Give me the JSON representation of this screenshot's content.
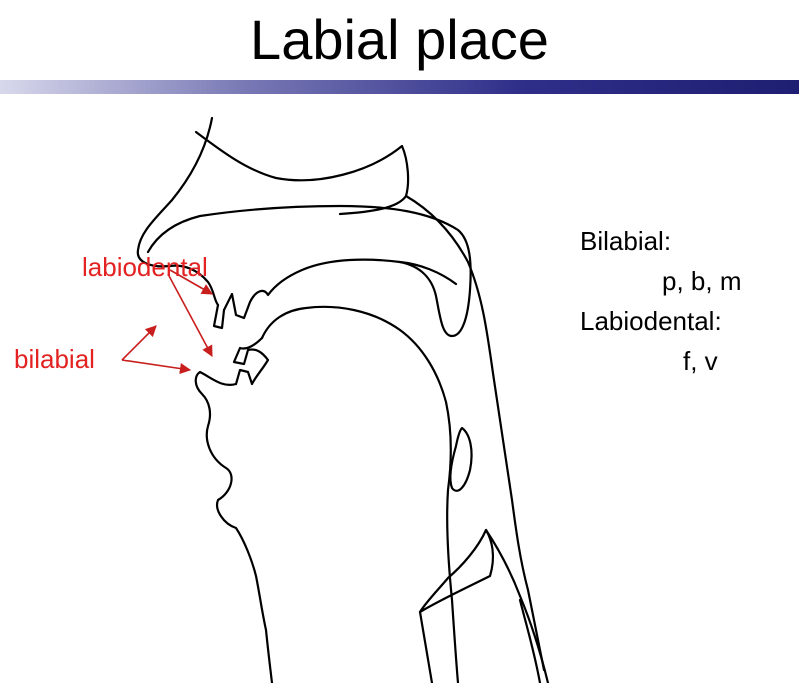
{
  "title": "Labial place",
  "labels": {
    "labiodental": "labiodental",
    "bilabial": "bilabial"
  },
  "legend": {
    "bilabial_heading": "Bilabial:",
    "bilabial_sounds": "p, b, m",
    "labiodental_heading": "Labiodental:",
    "labiodental_sounds": "f, v"
  },
  "colors": {
    "label": "#e32222",
    "arrow": "#c81e1e",
    "outline": "#000000",
    "title_rule_dark": "#1e1e72"
  }
}
